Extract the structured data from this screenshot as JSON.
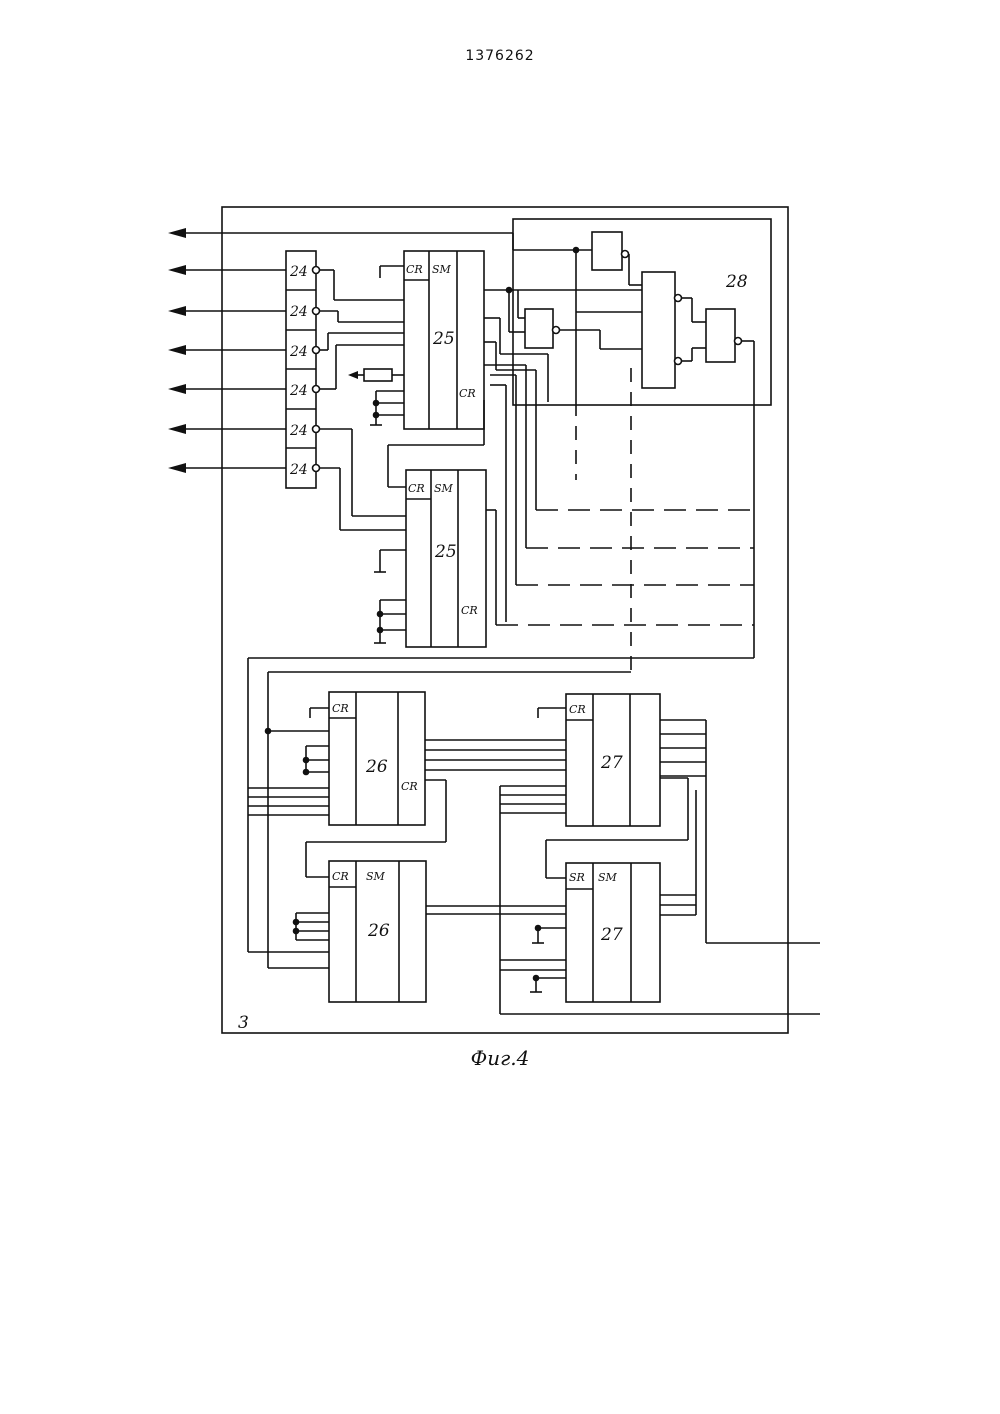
{
  "header": {
    "patent_number": "1376262"
  },
  "figure": {
    "caption": "Фиг.4",
    "module_label": "3",
    "sub_block_label": "28",
    "register_label": "24",
    "block_25_label": "25",
    "block_26_label": "26",
    "block_27_label": "27",
    "cr": "CR",
    "sm": "SM",
    "sr": "SR"
  }
}
